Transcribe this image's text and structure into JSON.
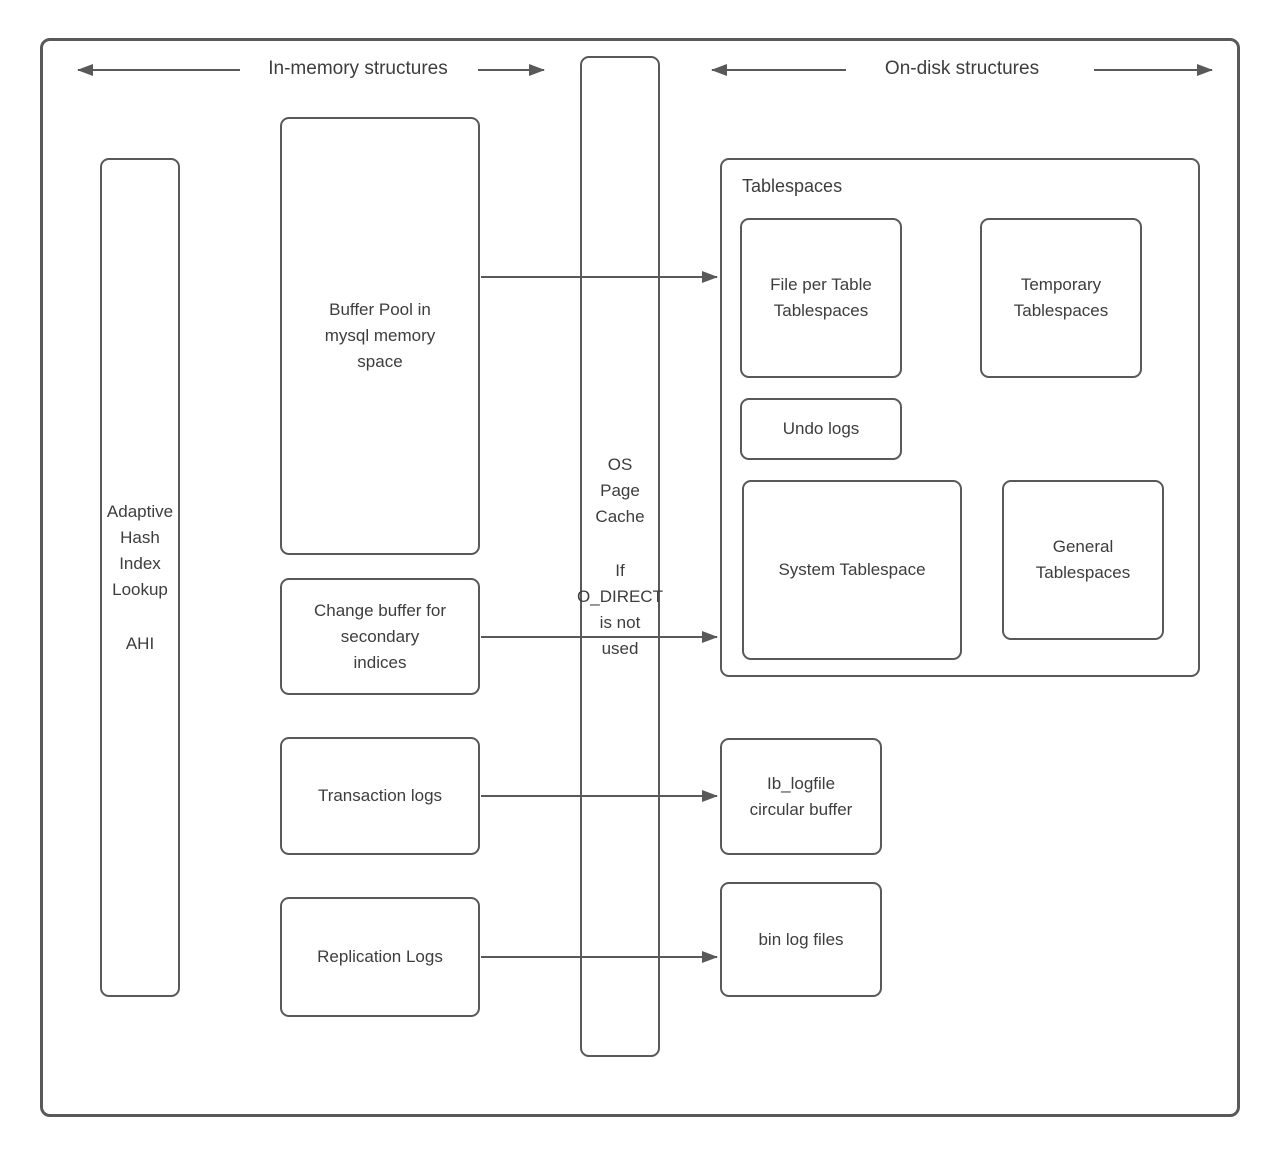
{
  "colors": {
    "stroke": "#595959",
    "text": "#3d3d3d"
  },
  "headers": {
    "in_memory": "In-memory structures",
    "on_disk": "On-disk structures"
  },
  "in_memory": {
    "ahi": {
      "lines": "Adaptive\nHash\nIndex\nLookup",
      "abbr": "AHI"
    },
    "buffer_pool": "Buffer Pool in\nmysql memory\nspace",
    "change_buffer": "Change buffer for\nsecondary\nindices",
    "transaction_logs": "Transaction logs",
    "replication_logs": "Replication Logs"
  },
  "os_page_cache": {
    "title": "OS\nPage\nCache",
    "condition": "If\nO_DIRECT\nis not\nused"
  },
  "on_disk": {
    "tablespaces": {
      "title": "Tablespaces",
      "file_per_table": "File per Table\nTablespaces",
      "temporary": "Temporary\nTablespaces",
      "undo_logs": "Undo logs",
      "system": "System Tablespace",
      "general": "General\nTablespaces"
    },
    "ib_logfile": "Ib_logfile\ncircular buffer",
    "bin_log_files": "bin log files"
  }
}
